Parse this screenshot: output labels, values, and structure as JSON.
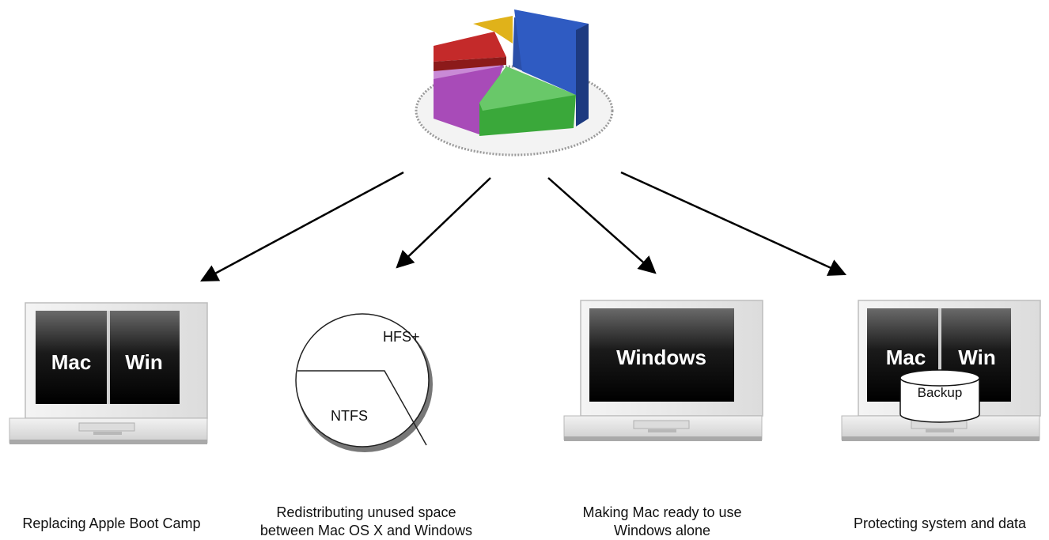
{
  "laptops": [
    {
      "screen_labels": [
        "Mac",
        "Win"
      ],
      "caption": [
        "Replacing Apple Boot Camp"
      ]
    },
    {
      "pie_labels": [
        "HFS+",
        "NTFS"
      ],
      "caption": [
        "Redistributing unused space",
        "between Mac OS X and Windows"
      ]
    },
    {
      "screen_labels": [
        "Windows"
      ],
      "caption": [
        "Making Mac ready to use",
        "Windows alone"
      ]
    },
    {
      "screen_labels": [
        "Mac",
        "Win"
      ],
      "backup_label": "Backup",
      "caption": [
        "Protecting system and data"
      ]
    }
  ],
  "colors": {
    "pie_blue": "#2b4fa8",
    "pie_green": "#3aa83a",
    "pie_purple": "#a84bb8",
    "pie_red": "#c42a2a",
    "pie_yellow": "#e0b21a",
    "screen_dark": "#0b0b0b",
    "laptop_body": "#ececec"
  }
}
